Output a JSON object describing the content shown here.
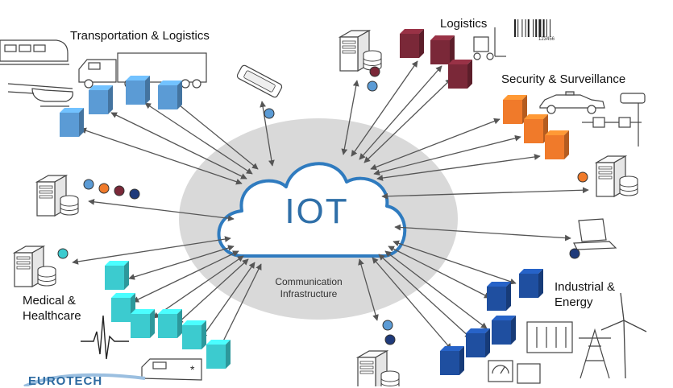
{
  "hub": {
    "label": "IOT",
    "subtitle_line1": "Communication",
    "subtitle_line2": "Infrastructure"
  },
  "sectors": {
    "transport": {
      "line1": "Transportation & Logistics"
    },
    "logistics": {
      "line1": "Logistics"
    },
    "security": {
      "line1": "Security & Surveillance"
    },
    "medical": {
      "line1": "Medical &",
      "line2": "Healthcare"
    },
    "industrial": {
      "line1": "Industrial &",
      "line2": "Energy"
    }
  },
  "brand": {
    "text": "EUROTECH"
  },
  "barcode": {
    "number": "123456"
  },
  "colors": {
    "transport": "#5b9bd5",
    "logistics": "#7a2838",
    "security": "#f07a2a",
    "medical": "#3ccbcf",
    "industrial": "#1f4fa0",
    "hub": "#2f7bbf",
    "halo": "#d9d9d9",
    "arrow": "#555555"
  }
}
